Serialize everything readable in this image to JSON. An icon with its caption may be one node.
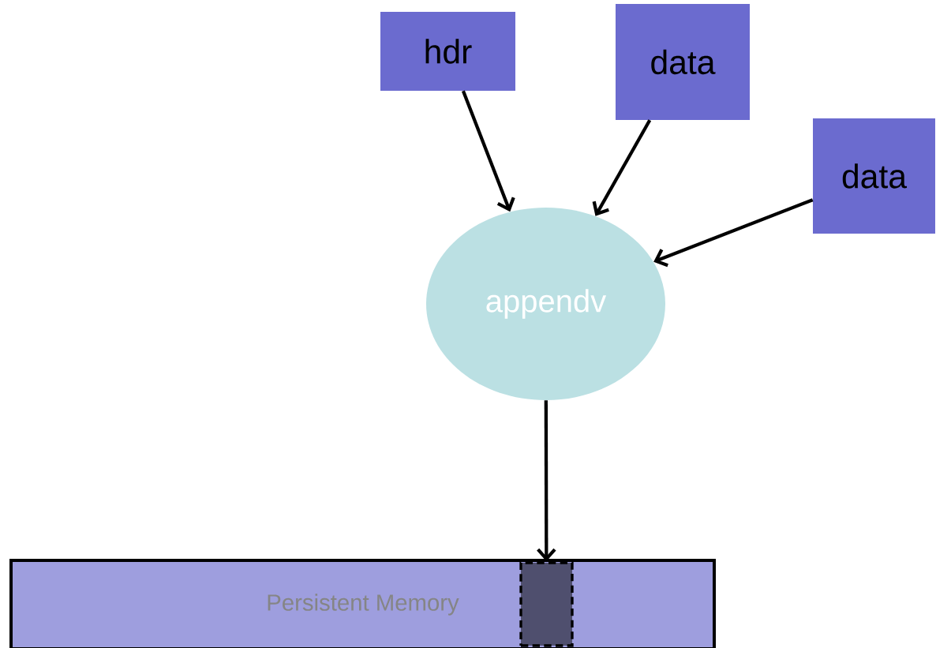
{
  "diagram": {
    "nodes": [
      {
        "text": [
          "hdr"
        ]
      },
      {
        "text": [
          "data"
        ]
      },
      {
        "text": [
          "data"
        ]
      },
      {
        "text": [
          "appendv"
        ]
      },
      {
        "text": [
          "Persistent Memory"
        ]
      },
      {
        "text": [],
        "shape": "box",
        "in": 4
      }
    ],
    "edges": [
      {
        "from": 0,
        "to": 3,
        "arrow": "to"
      },
      {
        "from": 1,
        "to": 3,
        "arrow": "to"
      },
      {
        "from": 2,
        "to": 3,
        "arrow": "to"
      },
      {
        "from": 3,
        "to": 5,
        "arrow": "to"
      }
    ]
  }
}
